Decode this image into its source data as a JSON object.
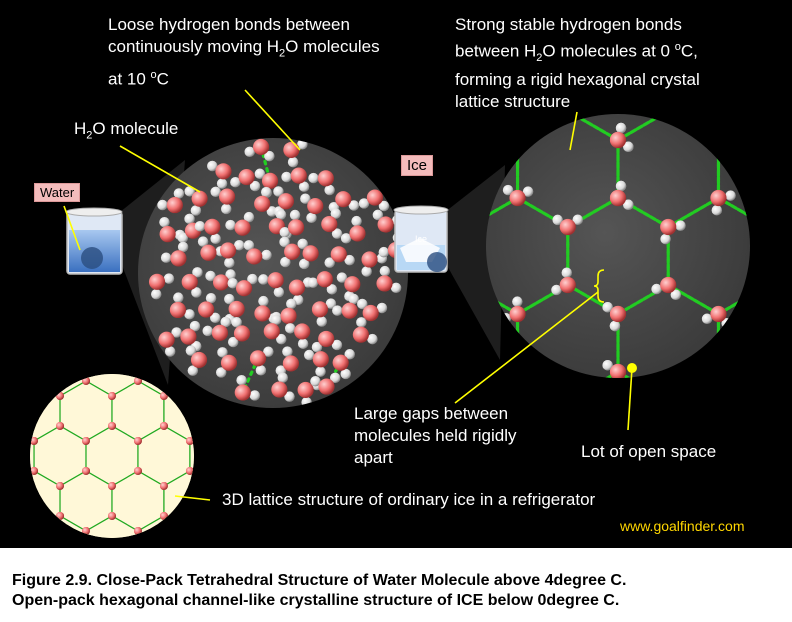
{
  "labels": {
    "loose_bonds_line1": "Loose hydrogen bonds between",
    "loose_bonds_line2a": "continuously moving H",
    "loose_bonds_line2b": "O molecules",
    "loose_bonds_line3a": "at 10 ",
    "loose_bonds_line3b": "C",
    "strong_bonds_line1": "Strong stable hydrogen bonds",
    "strong_bonds_line2a": "between  H",
    "strong_bonds_line2b": "O molecules at 0 ",
    "strong_bonds_line2c": "C,",
    "strong_bonds_line3": "forming a rigid hexagonal crystal",
    "strong_bonds_line4": "lattice structure",
    "h2o_molecule_a": "H",
    "h2o_molecule_b": "O molecule",
    "water_tag": "Water",
    "ice_tag": "Ice",
    "ice_beaker_text": "Ice",
    "large_gaps_line1": "Large gaps between",
    "large_gaps_line2": "molecules held rigidly",
    "large_gaps_line3": "apart",
    "open_space": "Lot of open space",
    "lattice_3d": "3D lattice structure of ordinary ice in a refrigerator",
    "subscript_two": "2",
    "degree_sign": "o"
  },
  "credit": "www.goalfinder.com",
  "caption": {
    "line1": "Figure 2.9. Close-Pack Tetrahedral Structure of Water Molecule above 4degree C.",
    "line2": "Open-pack hexagonal channel-like crystalline structure of ICE below 0degree C."
  },
  "colors": {
    "background": "#000000",
    "oxygen": "#f07070",
    "hydrogen": "#e8e8e8",
    "hbond": "#22cc22",
    "leader": "#ffff00",
    "tag": "#f4bcbc"
  }
}
